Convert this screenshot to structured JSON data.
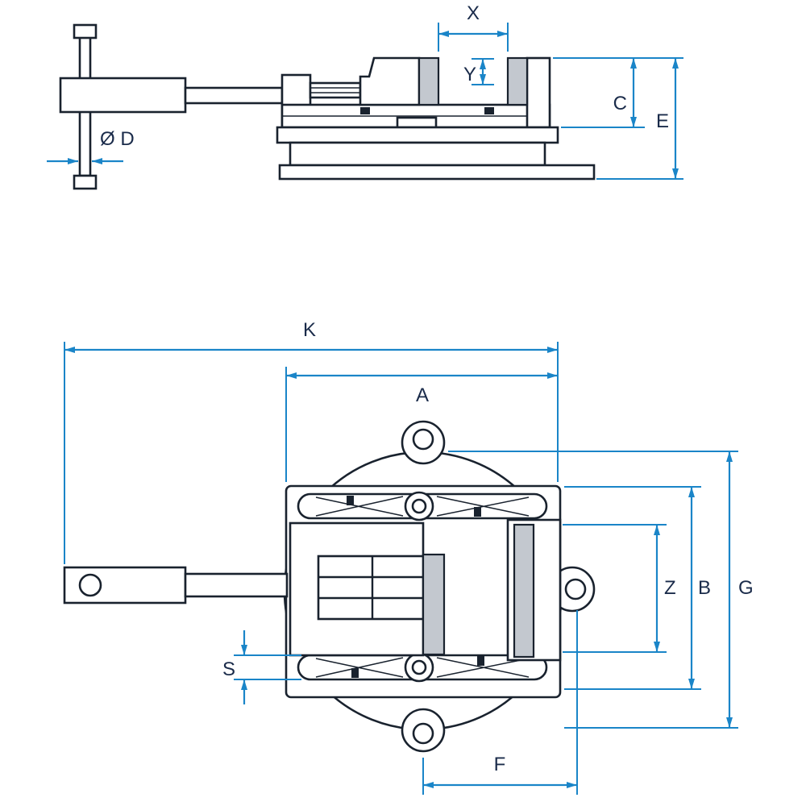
{
  "drawing": {
    "description": "Two-view technical dimension drawing of a swivel-base drill press machine vise",
    "views": [
      "side-elevation",
      "plan-view"
    ]
  },
  "labels": {
    "x": "X",
    "y": "Y",
    "c": "C",
    "e": "E",
    "diameter_d": "Ø D",
    "k": "K",
    "a": "A",
    "z": "Z",
    "b": "B",
    "g": "G",
    "s": "S",
    "f": "F"
  },
  "colors": {
    "dimension": "#1a85c8",
    "outline": "#19222e",
    "label": "#1a2b4a",
    "jaw_fill": "#c3c8cf",
    "background": "#ffffff"
  }
}
